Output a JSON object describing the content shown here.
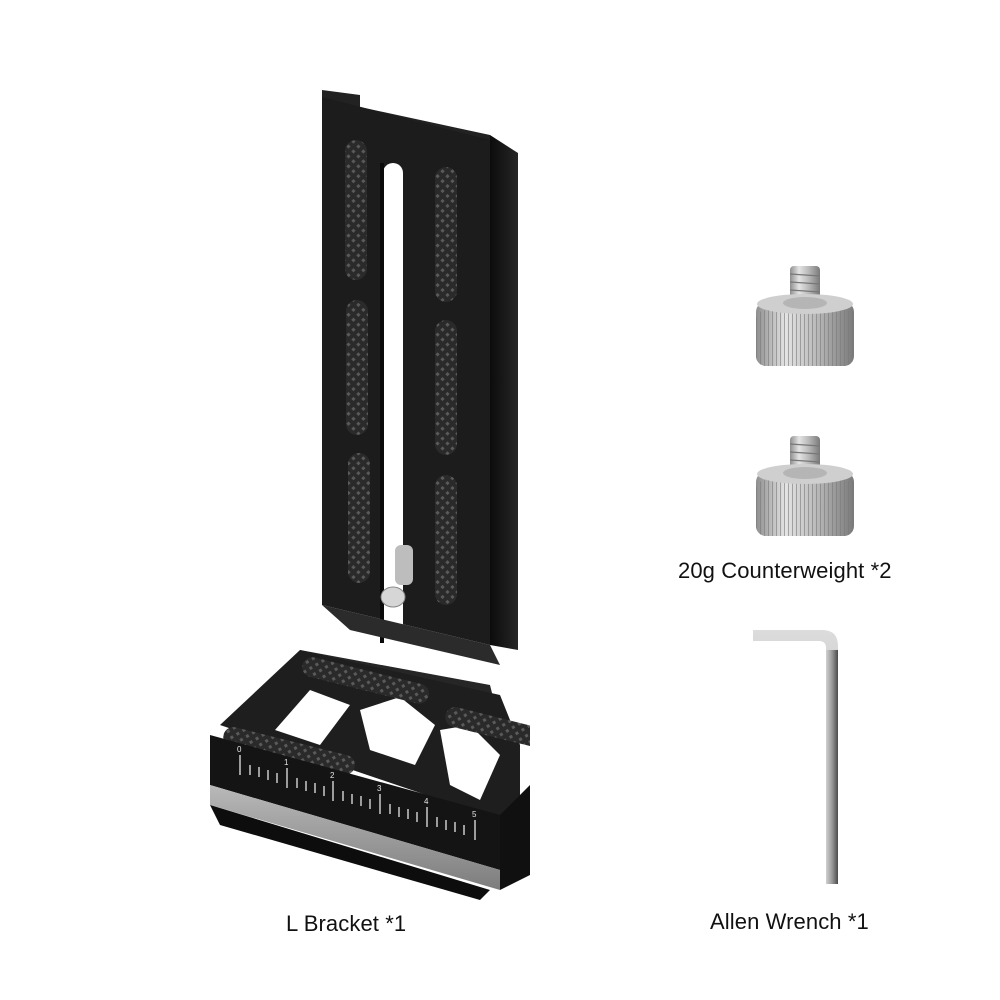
{
  "product_kit": {
    "items": [
      {
        "id": "l-bracket",
        "label": "L Bracket *1",
        "quantity": 1
      },
      {
        "id": "counterweight",
        "label": "20g Counterweight *2",
        "quantity": 2
      },
      {
        "id": "allen-wrench",
        "label": "Allen Wrench *1",
        "quantity": 1
      }
    ],
    "ruler_scale": {
      "tick_labels": [
        "0",
        "1",
        "2",
        "3",
        "4",
        "5"
      ]
    },
    "colors": {
      "background": "#ffffff",
      "bracket_body": "#1a1a1a",
      "bracket_edge": "#9a9a9a",
      "metal_silver": "#c8c8c8",
      "label_text": "#111111"
    }
  }
}
